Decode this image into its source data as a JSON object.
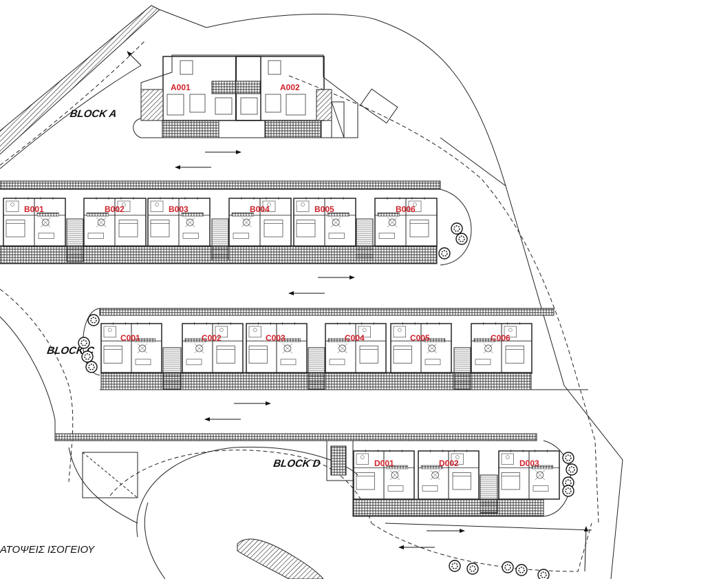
{
  "blocks": [
    {
      "label": "BLOCK A",
      "units": [
        "A001",
        "A002"
      ]
    },
    {
      "label": "",
      "units": [
        "B001",
        "B002",
        "B003",
        "B004",
        "B005",
        "B006"
      ]
    },
    {
      "label": "BLOCK C",
      "units": [
        "C001",
        "C002",
        "C003",
        "C004",
        "C005",
        "C006"
      ]
    },
    {
      "label": "BLOCK D",
      "units": [
        "D001",
        "D002",
        "D003"
      ]
    }
  ],
  "caption": "ΑΤΟΨΕΙΣ ΙΣΟΓΕΙΟΥ",
  "colors": {
    "unit_label": "#d0202a",
    "line": "#222222",
    "hatch": "#555555"
  }
}
